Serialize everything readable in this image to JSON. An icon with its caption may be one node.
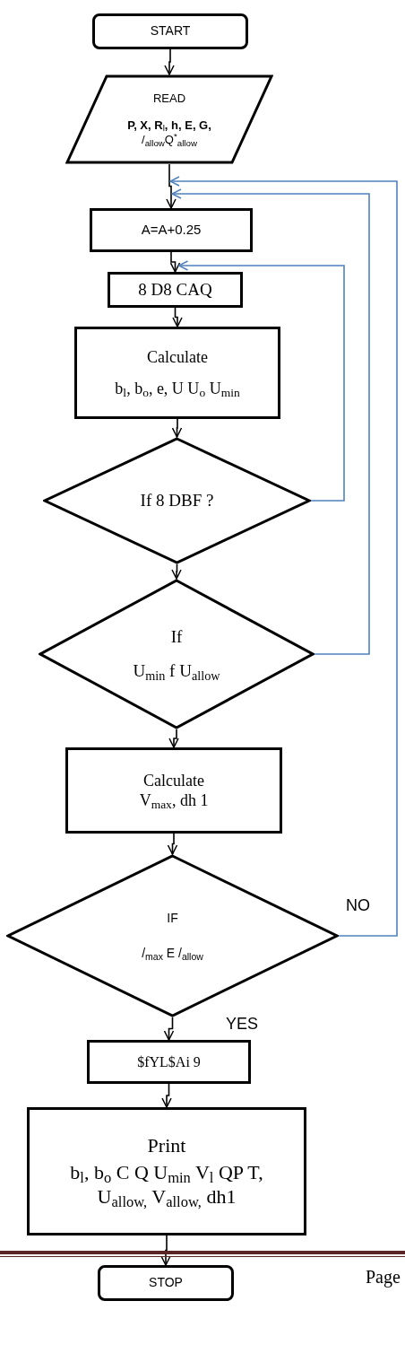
{
  "diagram": {
    "nodes": [
      {
        "text": [
          "START"
        ]
      },
      {
        "text": [
          "READ",
          "**P, X, R**$_{l}$**, h, E, G,** /$_{allow}$Q$^{*}$$_{allow}$"
        ]
      },
      {
        "text": [
          "A=A+0.25"
        ]
      },
      {
        "text": [
          "8 D8 CAQ"
        ]
      },
      {
        "text": [
          "Calculate",
          "b$_{l}$, b$_{o}$, e, U U$_{o}$ U$_{min}$"
        ]
      },
      {
        "text": [
          "If 8 DBF ?"
        ]
      },
      {
        "text": [
          "If",
          "U$_{min}$ f U$_{allow}$"
        ]
      },
      {
        "text": [
          "Calculate",
          "V$_{max}$, dh 1"
        ]
      },
      {
        "text": [
          "IF",
          "/$_{max}$ E /$_{allow}$"
        ]
      },
      {
        "text": [
          "$fYL$Ai 9"
        ]
      },
      {
        "text": [
          "Print",
          "b$_{l}$, b$_{o}$ C Q U$_{min}$ V$_{l}$ QP T, U$_{allow,}$ V$_{allow,}$ dh1"
        ]
      },
      {
        "text": [
          "STOP"
        ]
      }
    ],
    "edges": [
      {
        "from": 0,
        "to": 1,
        "arrow": "to"
      },
      {
        "from": 1,
        "to": 2,
        "arrow": "to"
      },
      {
        "from": 2,
        "to": 3,
        "arrow": "to"
      },
      {
        "from": 3,
        "to": 4,
        "arrow": "to"
      },
      {
        "from": 4,
        "to": 5,
        "arrow": "to"
      },
      {
        "from": 5,
        "to": 6,
        "arrow": "to"
      },
      {
        "from": 6,
        "to": 7,
        "arrow": "to"
      },
      {
        "from": 7,
        "to": 8,
        "arrow": "to"
      },
      {
        "from": 8,
        "to": 9,
        "arrow": "to",
        "label": "YES"
      },
      {
        "from": 9,
        "to": 10,
        "arrow": "to"
      },
      {
        "from": 10,
        "to": 11,
        "arrow": "to"
      },
      {
        "from": 5,
        "to": 3,
        "arrow": "to",
        "color": "#4f81bd"
      },
      {
        "from": 6,
        "to": 2,
        "arrow": "to",
        "color": "#4f81bd"
      },
      {
        "from": 8,
        "to": 2,
        "arrow": "to",
        "color": "#4f81bd",
        "label": "NO"
      }
    ],
    "labels": [
      "Page"
    ]
  }
}
